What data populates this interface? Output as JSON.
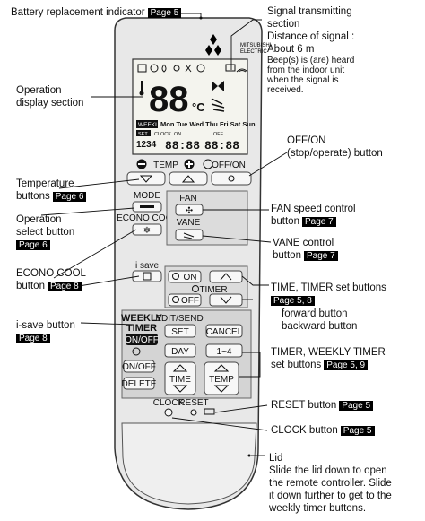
{
  "labels": {
    "battery": {
      "text": "Battery replacement indicator",
      "page": "Page 5"
    },
    "signal": {
      "title_line1": "Signal transmitting",
      "title_line2": "section",
      "distance": "Distance of signal :",
      "about": "About 6 m",
      "beep1": "Beep(s) is (are) heard",
      "beep2": "from the indoor unit",
      "beep3": "when the signal is",
      "beep4": "received."
    },
    "operation_display": {
      "line1": "Operation",
      "line2": "display section"
    },
    "off_on": {
      "line1": "OFF/ON",
      "line2": "(stop/operate) button"
    },
    "temperature": {
      "line1": "Temperature",
      "line2": "buttons",
      "page": "Page 6"
    },
    "operation_select": {
      "line1": "Operation",
      "line2": "select button",
      "page": "Page 6"
    },
    "fan_speed": {
      "line1": "FAN speed control",
      "line2": "button",
      "page": "Page 7"
    },
    "vane": {
      "line1": "VANE control",
      "line2": "button",
      "page": "Page 7"
    },
    "econo_cool": {
      "line1": "ECONO COOL",
      "line2": "button",
      "page": "Page 8"
    },
    "time_timer": {
      "line1": "TIME, TIMER set buttons",
      "page": "Page 5, 8",
      "line2": "forward button",
      "line3": "backward button"
    },
    "i_save": {
      "line1": "i-save button",
      "page": "Page 8"
    },
    "weekly_timer": {
      "line1": "TIMER, WEEKLY TIMER",
      "line2": "set buttons",
      "page": "Page 5, 9"
    },
    "reset": {
      "text": "RESET button",
      "page": "Page 5"
    },
    "clock": {
      "text": "CLOCK button",
      "page": "Page 5"
    },
    "lid": {
      "line1": "Lid",
      "line2": "Slide the lid down to open",
      "line3": "the remote controller. Slide",
      "line4": "it down further to get to the",
      "line5": "weekly timer buttons."
    }
  },
  "remote": {
    "brand1": "MITSUBISHI",
    "brand2": "ELECTRIC",
    "lcd_digits": "88",
    "lcd_unit": "°C",
    "lcd_weekly": "WEEKLY",
    "lcd_days": "Mon Tue Wed Thu Fri Sat Sun",
    "lcd_set": "SET",
    "lcd_clock": "CLOCK",
    "lcd_on": "ON",
    "lcd_off": "OFF",
    "lcd_prog": "1234",
    "lcd_time1": "88:88",
    "lcd_time2": "88:88",
    "temp_label": "TEMP",
    "offon_label": "OFF/ON",
    "mode": "MODE",
    "fan": "FAN",
    "econo": "ECONO COOL",
    "vane": "VANE",
    "isave": "i save",
    "timer_on": "ON",
    "timer_off": "OFF",
    "timer": "TIMER",
    "weekly1": "WEEKLY",
    "weekly2": "TIMER",
    "onoff": "ON/OFF",
    "editsend": "EDIT/SEND",
    "set": "SET",
    "cancel": "CANCEL",
    "day": "DAY",
    "one_four": "1~4",
    "delete": "DELETE",
    "time": "TIME",
    "temp2": "TEMP",
    "clock_btn": "CLOCK",
    "reset_btn": "RESET"
  }
}
